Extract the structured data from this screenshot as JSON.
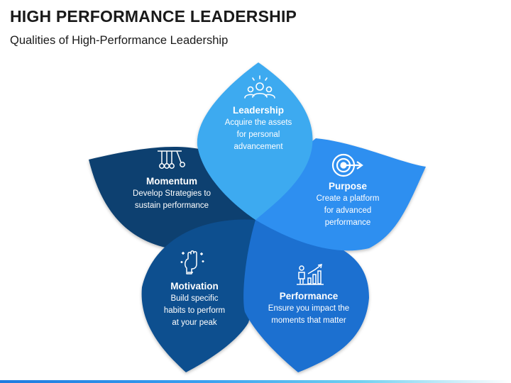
{
  "header": {
    "title": "HIGH PERFORMANCE LEADERSHIP",
    "subtitle": "Qualities of High-Performance Leadership"
  },
  "petals": [
    {
      "id": "leadership",
      "title": "Leadership",
      "description": [
        "Acquire the assets",
        "for personal",
        "advancement"
      ],
      "icon": "team-leader-icon",
      "color": "#3daaf0"
    },
    {
      "id": "purpose",
      "title": "Purpose",
      "description": [
        "Create a platform",
        "for advanced",
        "performance"
      ],
      "icon": "target-icon",
      "color": "#2f8ff0"
    },
    {
      "id": "performance",
      "title": "Performance",
      "description": [
        "Ensure you impact the",
        "moments that matter"
      ],
      "icon": "growth-chart-icon",
      "color": "#1a6fd0"
    },
    {
      "id": "motivation",
      "title": "Motivation",
      "description": [
        "Build specific",
        "habits to perform",
        "at your peak"
      ],
      "icon": "raised-fist-icon",
      "color": "#0f4f8f"
    },
    {
      "id": "momentum",
      "title": "Momentum",
      "description": [
        "Develop Strategies to",
        "sustain performance"
      ],
      "icon": "newtons-cradle-icon",
      "color": "#0b3f70"
    }
  ]
}
